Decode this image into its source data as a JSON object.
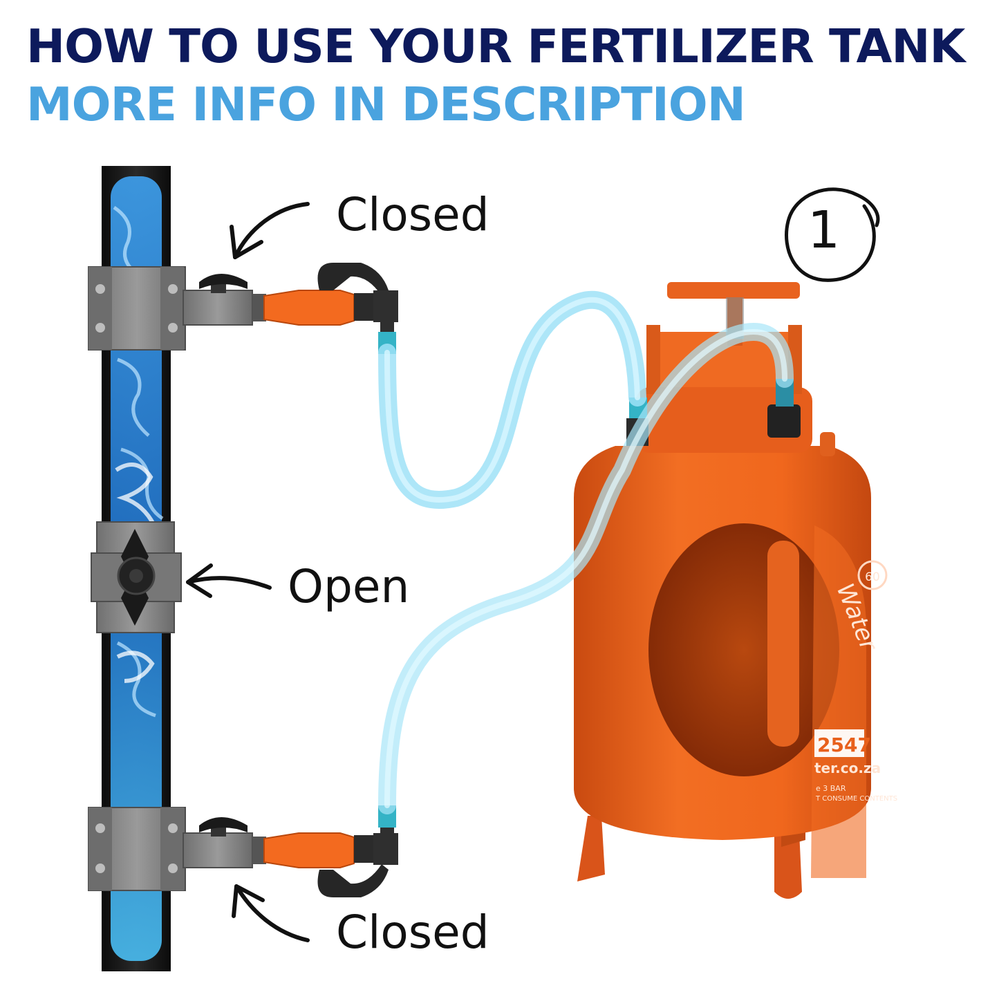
{
  "header": {
    "title": "HOW TO USE YOUR FERTILIZER TANK",
    "subtitle": "MORE INFO IN DESCRIPTION"
  },
  "valves": {
    "top_state": "Closed",
    "middle_state": "Open",
    "bottom_state": "Closed"
  },
  "step": {
    "number": "1"
  },
  "tank": {
    "capacity_badge": "60",
    "brand_script": "Water",
    "phone_fragment": "2547",
    "web_fragment": "ter.co.za",
    "pressure_note": "e 3 BAR",
    "warning_fragment": "T CONSUME CONTENTS"
  },
  "colors": {
    "title": "#0d1a5c",
    "subtitle": "#4aa3df",
    "tank_orange": "#e8601c",
    "pipe_black": "#1b1b1b",
    "water_blue": "#2f8fd8",
    "hose": "#9fe2f7",
    "fitting_grey": "#8a8a8a"
  },
  "icons": [
    "arrow-icon",
    "hand-drawn-circle-icon",
    "valve-handle-icon"
  ]
}
